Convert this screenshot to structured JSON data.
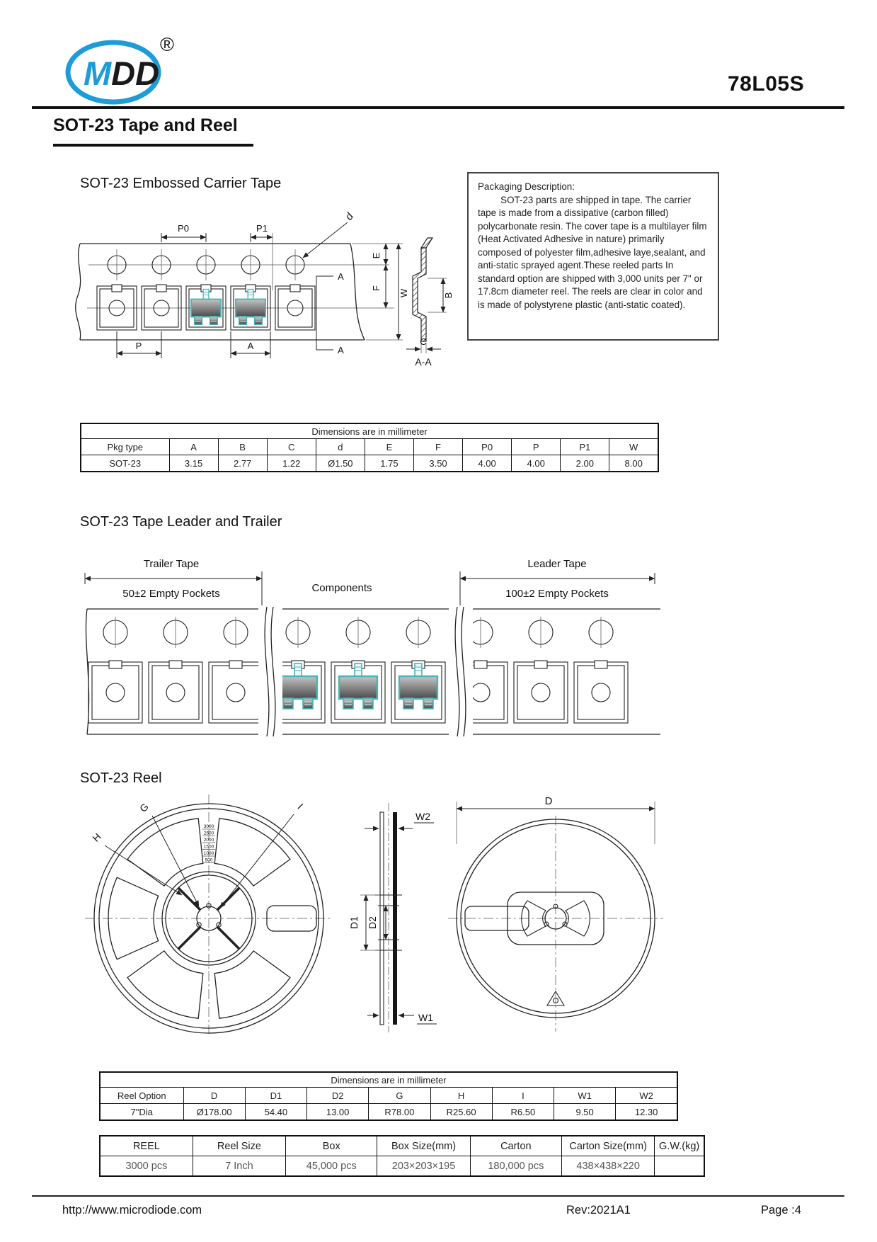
{
  "header": {
    "logo_m": "M",
    "logo_dd": "DD",
    "registered": "®",
    "part_number": "78L05S",
    "title": "SOT-23 Tape and Reel"
  },
  "carrier_tape": {
    "title": "SOT-23  Embossed Carrier Tape",
    "labels": {
      "p0": "P0",
      "p1": "P1",
      "d": "d",
      "a": "A",
      "p": "P",
      "e": "E",
      "f": "F",
      "w": "W",
      "b": "B",
      "c": "C",
      "section": "A-A"
    },
    "packaging": {
      "title": "Packaging Description:",
      "body": "SOT-23 parts are shipped in tape. The carrier tape is made from a dissipative (carbon filled) polycarbonate resin. The cover tape is a multilayer film (Heat Activated Adhesive in nature) primarily composed of polyester film,adhesive laye,sealant, and anti-static sprayed agent.These reeled parts In standard option are shipped with 3,000 units per 7\" or 17.8cm diameter reel. The reels are clear in color and is made of polystyrene plastic (anti-static coated)."
    }
  },
  "table1": {
    "caption": "Dimensions are in millimeter",
    "headers": [
      "Pkg type",
      "A",
      "B",
      "C",
      "d",
      "E",
      "F",
      "P0",
      "P",
      "P1",
      "W"
    ],
    "row": [
      "SOT-23",
      "3.15",
      "2.77",
      "1.22",
      "Ø1.50",
      "1.75",
      "3.50",
      "4.00",
      "4.00",
      "2.00",
      "8.00"
    ]
  },
  "leader_trailer": {
    "title": "SOT-23  Tape Leader and Trailer",
    "trailer_label": "Trailer Tape",
    "trailer_pockets": "50±2 Empty Pockets",
    "components_label": "Components",
    "leader_label": "Leader Tape",
    "leader_pockets": "100±2 Empty Pockets"
  },
  "reel": {
    "title": "SOT-23 Reel",
    "labels": {
      "g": "G",
      "h": "H",
      "i": "I",
      "d": "D",
      "d1": "D1",
      "d2": "D2",
      "w1": "W1",
      "w2": "W2"
    },
    "scale_marks": [
      "3000",
      "2500",
      "2000",
      "1500",
      "1000",
      "500"
    ]
  },
  "table2": {
    "caption": "Dimensions are in millimeter",
    "headers": [
      "Reel Option",
      "D",
      "D1",
      "D2",
      "G",
      "H",
      "I",
      "W1",
      "W2"
    ],
    "row": [
      "7\"Dia",
      "Ø178.00",
      "54.40",
      "13.00",
      "R78.00",
      "R25.60",
      "R6.50",
      "9.50",
      "12.30"
    ]
  },
  "table3": {
    "headers": [
      "REEL",
      "Reel Size",
      "Box",
      "Box Size(mm)",
      "Carton",
      "Carton Size(mm)",
      "G.W.(kg)"
    ],
    "row": [
      "3000 pcs",
      "7 Inch",
      "45,000 pcs",
      "203×203×195",
      "180,000 pcs",
      "438×438×220",
      ""
    ]
  },
  "footer": {
    "url": "http://www.microdiode.com",
    "revision": "Rev:2021A1",
    "page": "Page :4"
  }
}
